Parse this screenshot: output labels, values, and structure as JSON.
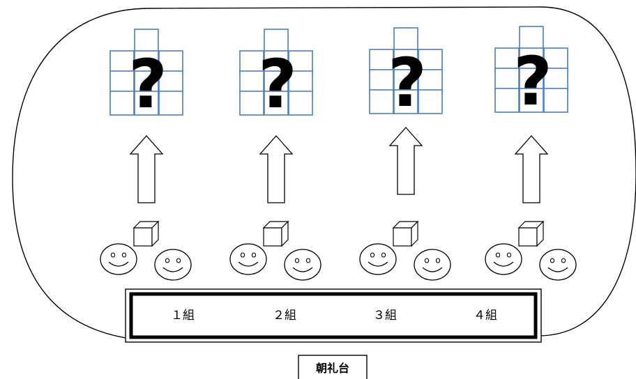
{
  "groups": [
    {
      "label": "１組",
      "question": "?"
    },
    {
      "label": "２組",
      "question": "?"
    },
    {
      "label": "３組",
      "question": "?"
    },
    {
      "label": "４組",
      "question": "?"
    }
  ],
  "stage": {
    "label": "朝礼台"
  },
  "colors": {
    "cube_stroke": "#4a7ec0",
    "line": "#000000",
    "background": "#ffffff"
  },
  "icons": {
    "face": "smiley-face-icon",
    "block": "cube-icon",
    "arrow": "up-arrow-icon"
  }
}
